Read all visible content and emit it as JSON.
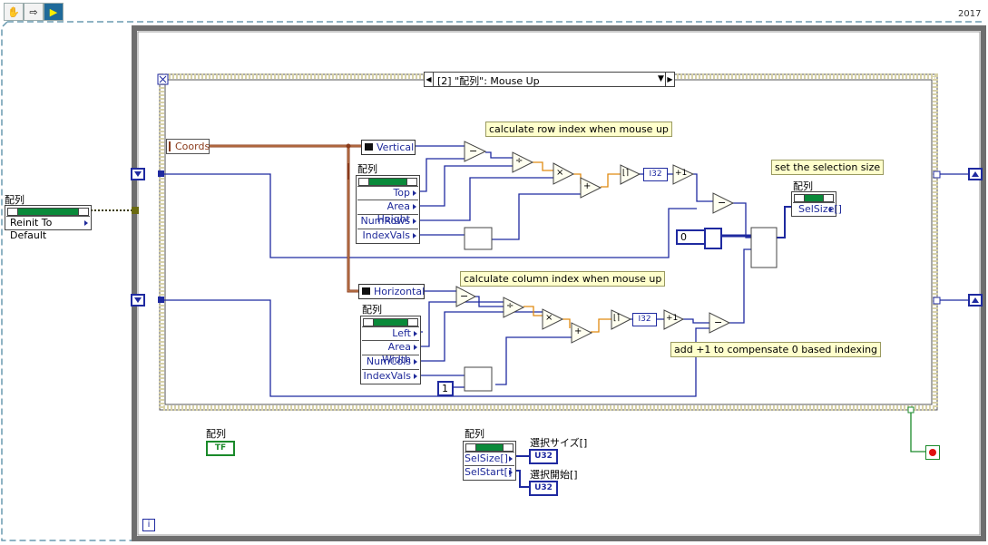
{
  "toolbar": {
    "buttons": [
      {
        "icon": "hand-tool-icon"
      },
      {
        "icon": "arrow-step-icon"
      },
      {
        "icon": "run-arrow-icon"
      }
    ],
    "version": "2017"
  },
  "outside": {
    "array_label": "配列",
    "invoke_node": "Reinit To Default"
  },
  "event_structure": {
    "selector": "[2] \"配列\": Mouse Up",
    "coords_label": "Coords",
    "vertical": "Vertical",
    "horizontal": "Horizontal",
    "top_node": {
      "label": "配列",
      "items": [
        "Top",
        "Area Height",
        "NumRows",
        "IndexVals"
      ]
    },
    "bottom_node": {
      "label": "配列",
      "items": [
        "Left",
        "Area Width",
        "NumCols",
        "IndexVals"
      ]
    },
    "selsize_node": {
      "label": "配列",
      "items": [
        "SelSize[]"
      ]
    },
    "row_ops": {
      "sub": "−",
      "div": "÷",
      "mul": "×",
      "add": "+",
      "round": "⌊⌉",
      "cast": "I32",
      "inc": "+1",
      "sub2": "−"
    },
    "col_ops": {
      "sub": "−",
      "div": "÷",
      "mul": "×",
      "add": "+",
      "round": "⌊⌉",
      "cast": "I32",
      "inc": "+1",
      "sub2": "−"
    },
    "const_zero": "0",
    "const_one": "1",
    "notes": {
      "row": "calculate row index when mouse up",
      "col": "calculate column index when mouse up",
      "selection": "set the selection size",
      "compensate": "add +1 to compensate 0 based indexing"
    }
  },
  "loop": {
    "bool_label": "配列",
    "bool_const": "TF",
    "bottom_node": {
      "label": "配列",
      "items": [
        "SelSize[]",
        "SelStart[]"
      ]
    },
    "out1_label": "選択サイズ[]",
    "out2_label": "選択開始[]",
    "out_type": "U32",
    "iteration": "i"
  }
}
